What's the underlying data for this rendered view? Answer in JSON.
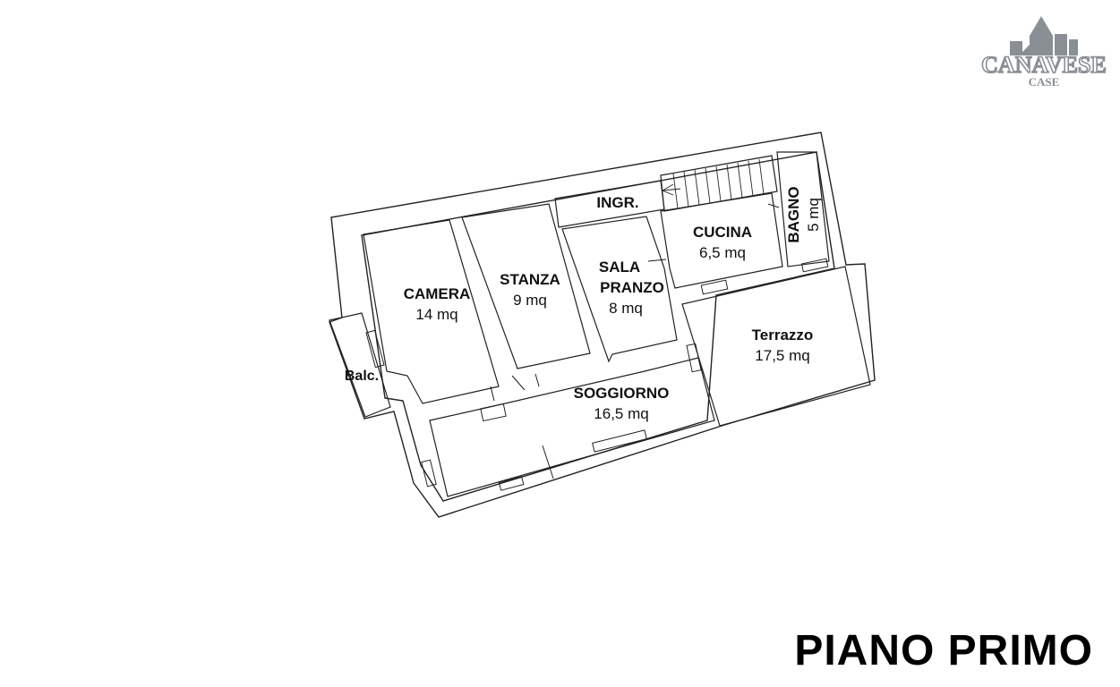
{
  "logo": {
    "brand": "CANAVESE",
    "sub": "CASE"
  },
  "title": "PIANO PRIMO",
  "rooms": {
    "camera": {
      "name": "CAMERA",
      "area": "14 mq"
    },
    "stanza": {
      "name": "STANZA",
      "area": "9 mq"
    },
    "sala": {
      "name1": "SALA",
      "name2": "PRANZO",
      "area": "8 mq"
    },
    "ingresso": {
      "name": "INGR."
    },
    "cucina": {
      "name": "CUCINA",
      "area": "6,5 mq"
    },
    "bagno": {
      "name": "BAGNO",
      "area": "5 mq"
    },
    "terrazzo": {
      "name": "Terrazzo",
      "area": "17,5 mq"
    },
    "soggiorno": {
      "name": "SOGGIORNO",
      "area": "16,5 mq"
    },
    "balcone": {
      "name": "Balc."
    }
  },
  "colors": {
    "line": "#222222",
    "logo": "#8a8f96"
  }
}
